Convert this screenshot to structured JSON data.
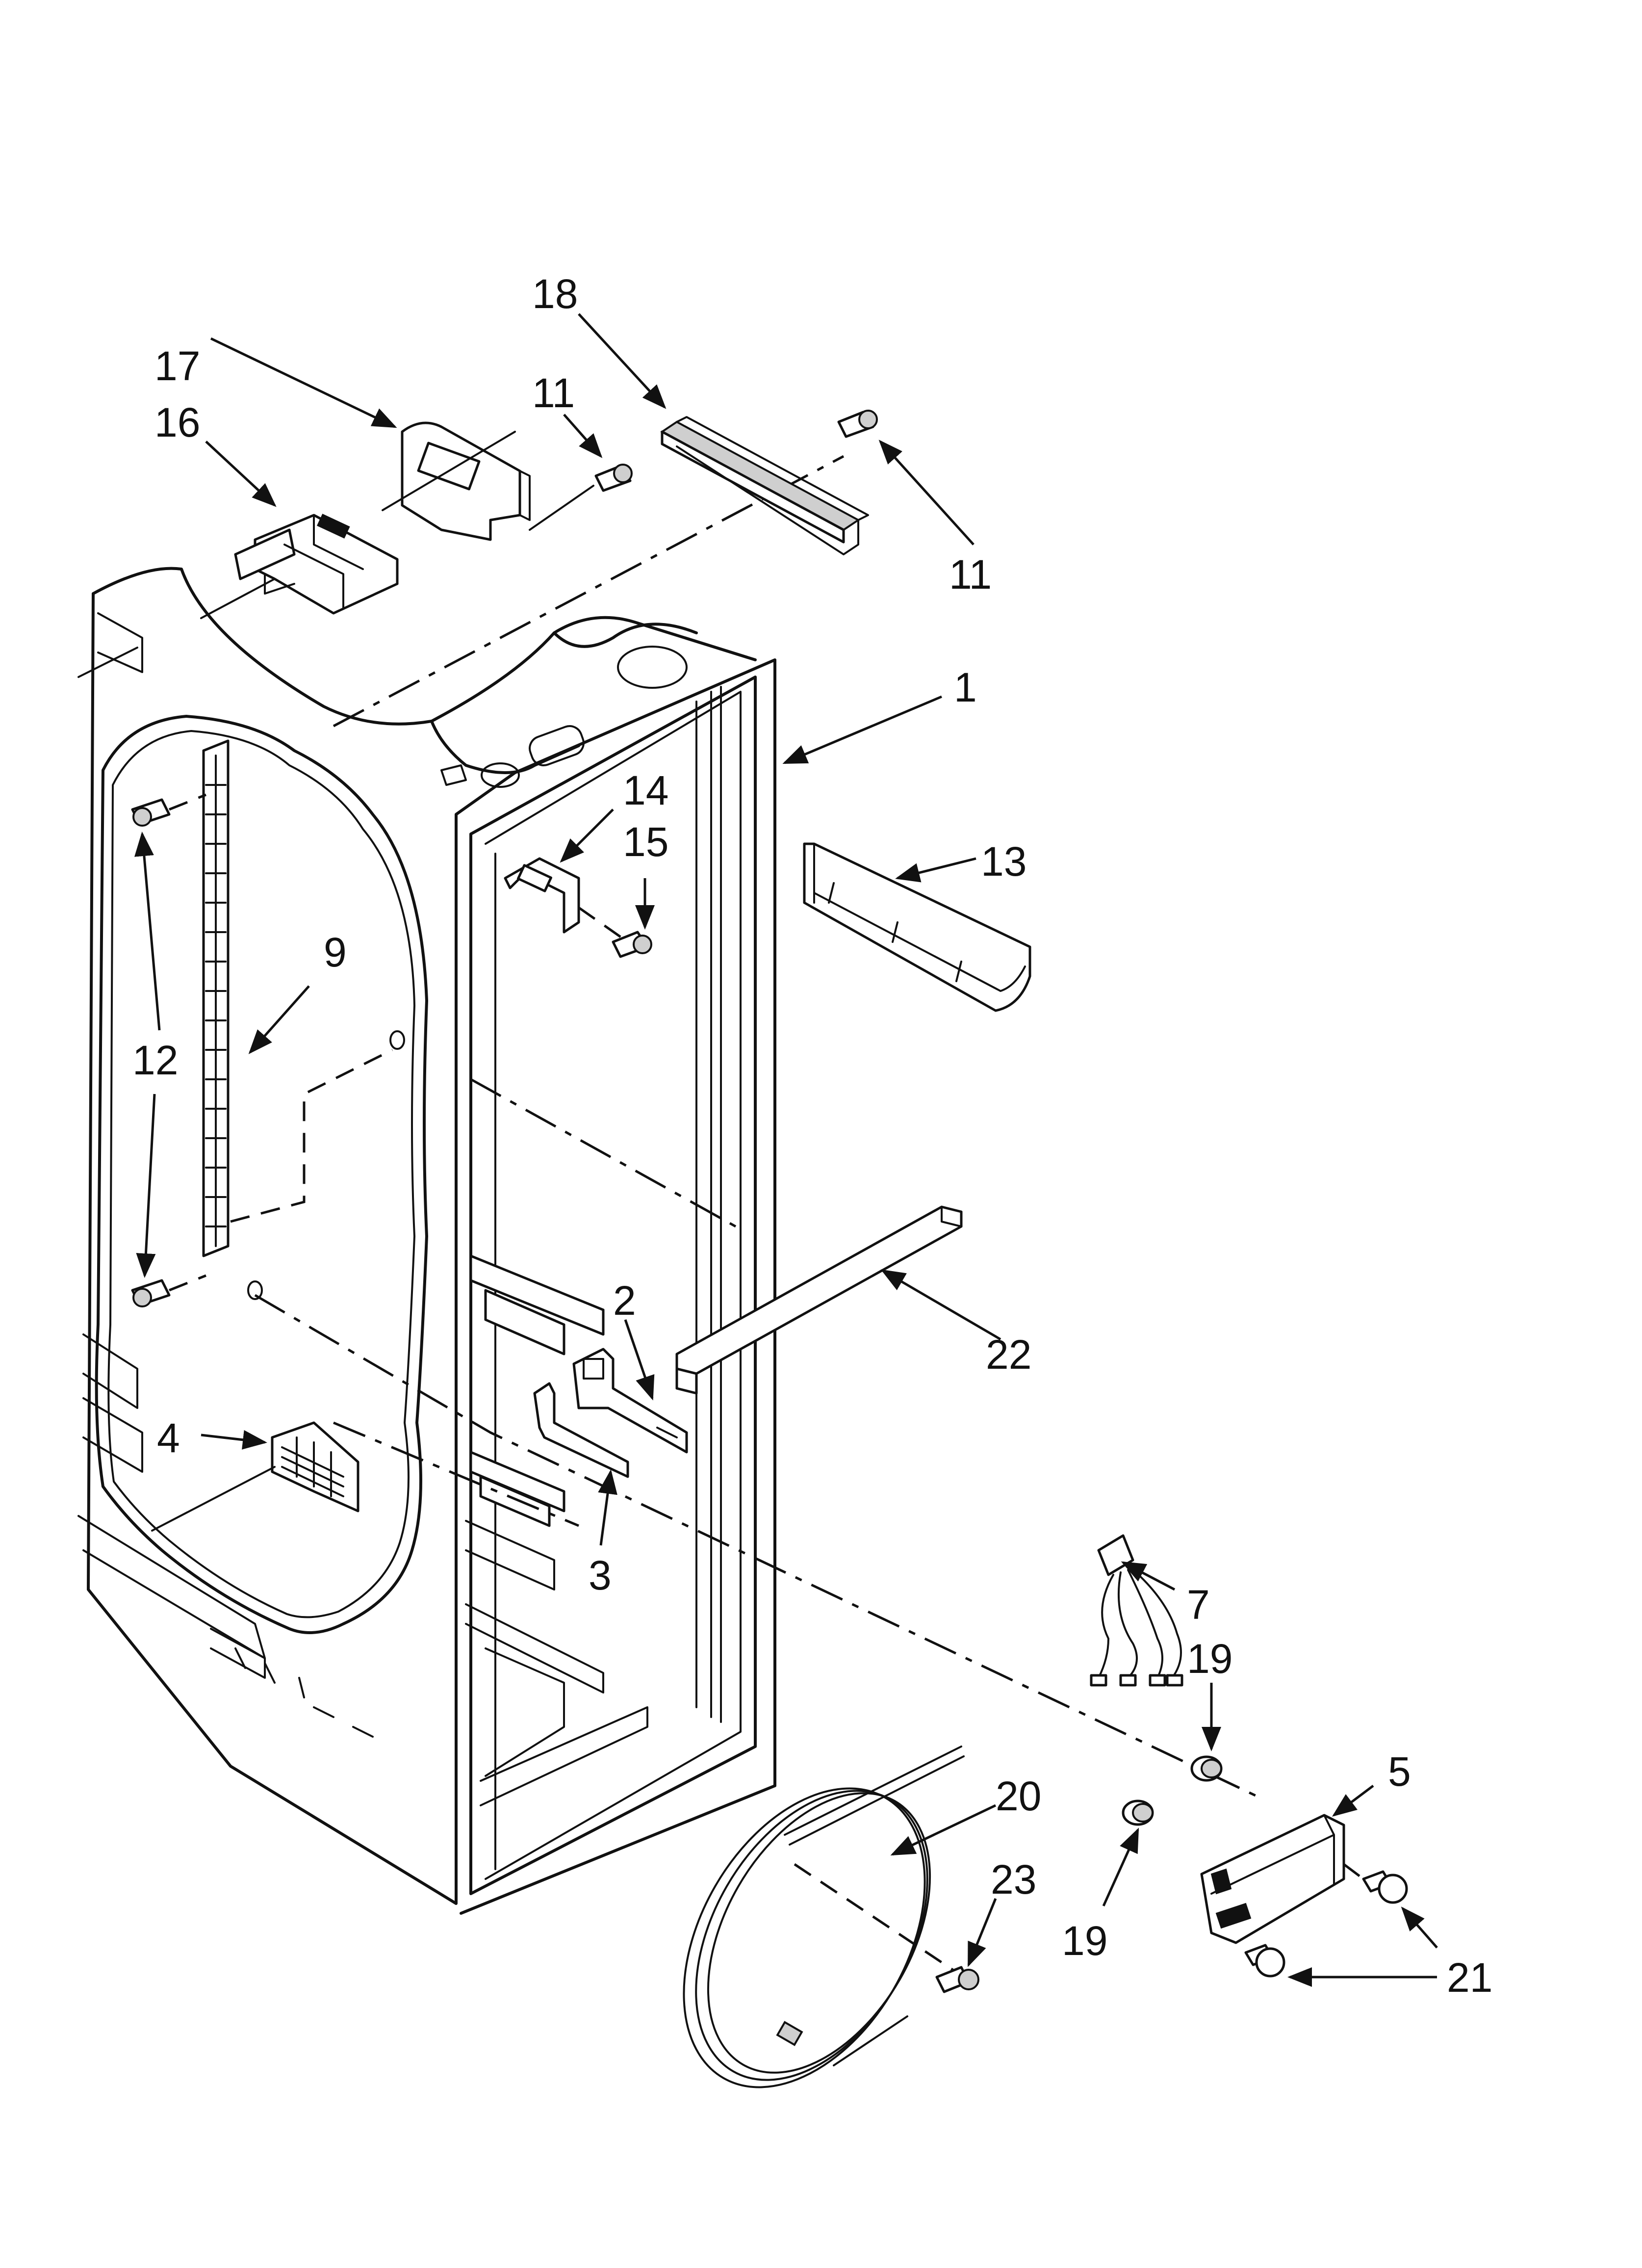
{
  "callouts": [
    {
      "id": "c18",
      "label": "18"
    },
    {
      "id": "c17",
      "label": "17"
    },
    {
      "id": "c11a",
      "label": "11"
    },
    {
      "id": "c16",
      "label": "16"
    },
    {
      "id": "c11b",
      "label": "11"
    },
    {
      "id": "c1",
      "label": "1"
    },
    {
      "id": "c14",
      "label": "14"
    },
    {
      "id": "c15",
      "label": "15"
    },
    {
      "id": "c13",
      "label": "13"
    },
    {
      "id": "c9",
      "label": "9"
    },
    {
      "id": "c12",
      "label": "12"
    },
    {
      "id": "c2",
      "label": "2"
    },
    {
      "id": "c22",
      "label": "22"
    },
    {
      "id": "c4",
      "label": "4"
    },
    {
      "id": "c3",
      "label": "3"
    },
    {
      "id": "c7",
      "label": "7"
    },
    {
      "id": "c19a",
      "label": "19"
    },
    {
      "id": "c5",
      "label": "5"
    },
    {
      "id": "c20",
      "label": "20"
    },
    {
      "id": "c23",
      "label": "23"
    },
    {
      "id": "c19b",
      "label": "19"
    },
    {
      "id": "c21",
      "label": "21"
    }
  ]
}
